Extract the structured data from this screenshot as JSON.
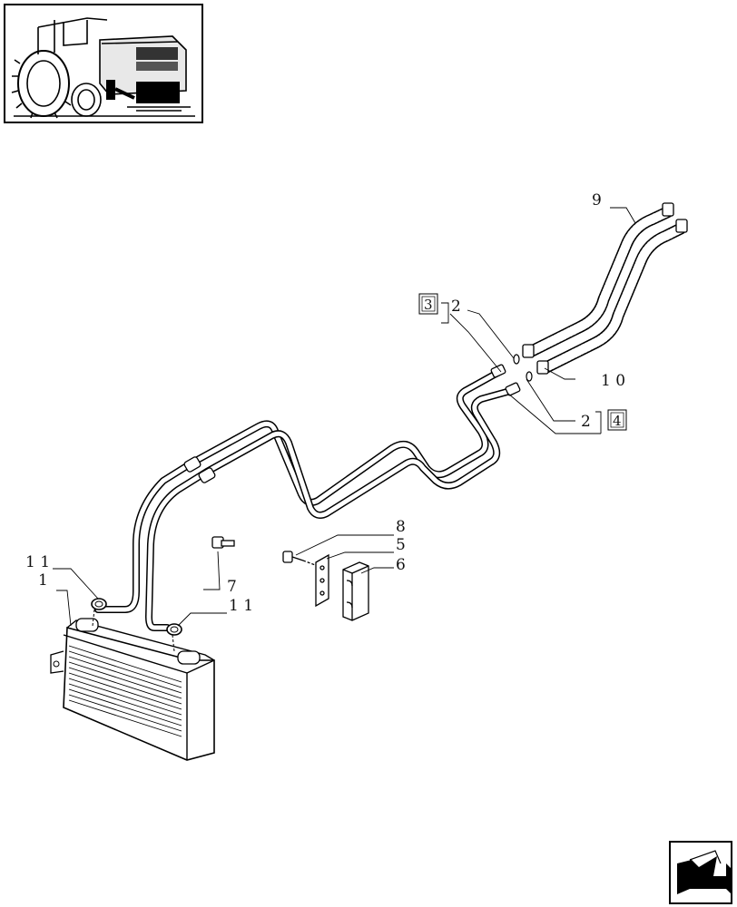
{
  "callouts": {
    "c1": "1",
    "c2a": "2",
    "c2b": "2",
    "c3": "3",
    "c4": "4",
    "c5": "5",
    "c6": "6",
    "c7": "7",
    "c8": "8",
    "c9": "9",
    "c10": "1 0",
    "c11a": "1 1",
    "c11b": "1 1"
  },
  "thumbnail": {
    "icon": "tractor-location-icon"
  },
  "nav": {
    "icon": "next-page-arrow-icon"
  }
}
